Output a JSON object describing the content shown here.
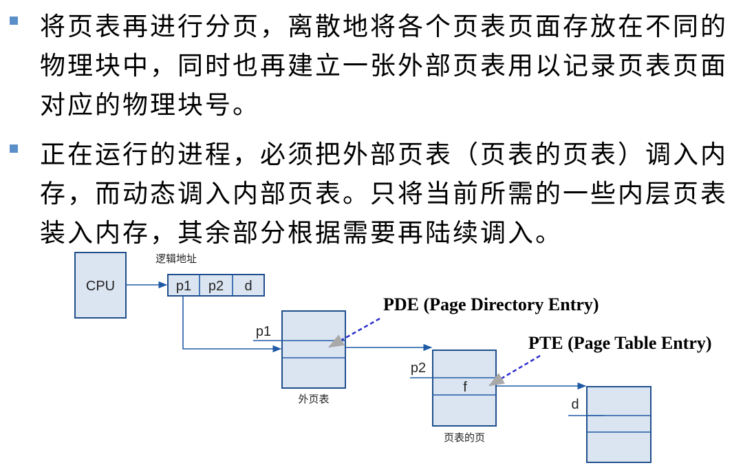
{
  "bullets": [
    "将页表再进行分页，离散地将各个页表页面存放在不同的物理块中，同时也再建立一张外部页表用以记录页表页面对应的物理块号。",
    "正在运行的进程，必须把外部页表（页表的页表）调入内存，而动态调入内部页表。只将当前所需的一些内层页表装入内存，其余部分根据需要再陆续调入。"
  ],
  "diagram": {
    "cpu_label": "CPU",
    "logical_address_caption": "逻辑地址",
    "address_fields": [
      "p1",
      "p2",
      "d"
    ],
    "outer_table_caption": "外页表",
    "page_table_caption": "页表的页",
    "p1_label": "p1",
    "p2_label": "p2",
    "f_label": "f",
    "d_label": "d",
    "pde_note": "PDE (Page Directory Entry)",
    "pte_note": "PTE (Page Table Entry)",
    "colors": {
      "box_fill": "#dbe5f1",
      "box_stroke": "#1f4e8c",
      "arrow": "#1f5aa6",
      "note_arrow": "#2b2bd1",
      "bullet": "#5b8fc9"
    }
  }
}
